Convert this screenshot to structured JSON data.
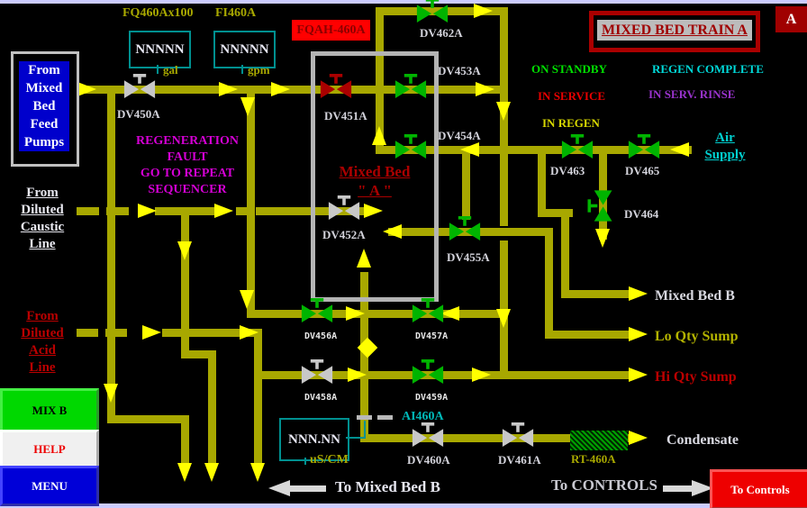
{
  "header": {
    "title": "MIXED BED TRAIN A",
    "corner_badge": "A",
    "alarm_tag": "FQAH-460A"
  },
  "statuses": [
    {
      "label": "ON STANDBY",
      "color": "#00e000"
    },
    {
      "label": "REGEN COMPLETE",
      "color": "#00d8d8"
    },
    {
      "label": "IN SERVICE",
      "color": "#e80000"
    },
    {
      "label": "IN SERV. RINSE",
      "color": "#9933cc"
    },
    {
      "label": "IN REGEN",
      "color": "#d8d800"
    }
  ],
  "fault_banner": {
    "lines": [
      "REGENERATION",
      "FAULT",
      "GO TO REPEAT",
      "SEQUENCER"
    ],
    "color": "#d400d4"
  },
  "sources": {
    "feed_pumps": {
      "lines": [
        "From",
        "Mixed",
        "Bed",
        "Feed",
        "Pumps"
      ],
      "color": "#ffffff"
    },
    "caustic": {
      "lines": [
        "From",
        "Diluted",
        "Caustic",
        "Line"
      ],
      "color": "#e8e8f0"
    },
    "acid": {
      "lines": [
        "From",
        "Diluted",
        "Acid",
        "Line"
      ],
      "color": "#bb0000"
    },
    "air": {
      "lines": [
        "Air",
        "Supply"
      ],
      "color": "#00d0d0"
    }
  },
  "destinations": {
    "mixed_bed_b": {
      "label": "Mixed Bed B",
      "color": "#d8d8e0"
    },
    "lo_qty_sump": {
      "label": "Lo Qty Sump",
      "color": "#b4b400"
    },
    "hi_qty_sump": {
      "label": "Hi Qty Sump",
      "color": "#bb0000"
    },
    "condensate": {
      "label": "Condensate",
      "color": "#d8d8e0"
    }
  },
  "instruments": {
    "fq": {
      "tag": "FQ460Ax100",
      "value": "NNNNN",
      "units": "gal"
    },
    "fi": {
      "tag": "FI460A",
      "value": "NNNNN",
      "units": "gpm"
    },
    "ai": {
      "tag": "AI460A",
      "value": "NNN.NN",
      "units": "uS/CM"
    },
    "rt": {
      "tag": "RT-460A"
    }
  },
  "vessel": {
    "lines": [
      "Mixed Bed",
      "\" A \""
    ]
  },
  "valves": {
    "dv450a": {
      "label": "DV450A",
      "color": "#c8c8c8"
    },
    "dv451a": {
      "label": "DV451A",
      "color": "#aa0000"
    },
    "dv452a": {
      "label": "DV452A",
      "color": "#c8c8c8"
    },
    "dv453a": {
      "label": "DV453A",
      "color": "#00b400"
    },
    "dv454a": {
      "label": "DV454A",
      "color": "#00b400"
    },
    "dv455a": {
      "label": "DV455A",
      "color": "#00b400"
    },
    "dv456a": {
      "label": "DV456A",
      "color": "#00b400"
    },
    "dv457a": {
      "label": "DV457A",
      "color": "#00b400"
    },
    "dv458a": {
      "label": "DV458A",
      "color": "#c8c8c8"
    },
    "dv459a": {
      "label": "DV459A",
      "color": "#00b400"
    },
    "dv460a": {
      "label": "DV460A",
      "color": "#c8c8c8"
    },
    "dv461a": {
      "label": "DV461A",
      "color": "#c8c8c8"
    },
    "dv462a": {
      "label": "DV462A",
      "color": "#00b400"
    },
    "dv463": {
      "label": "DV463",
      "color": "#00b400"
    },
    "dv464": {
      "label": "DV464",
      "color": "#00b400"
    },
    "dv465": {
      "label": "DV465",
      "color": "#00b400"
    }
  },
  "buttons": {
    "mix_b": "MIX B",
    "help": "HELP",
    "menu": "MENU",
    "to_controls": "To Controls"
  },
  "footer": {
    "to_mixed_bed_b": "To Mixed Bed B",
    "to_controls": "To CONTROLS"
  },
  "colors": {
    "pipe": "#a8a800",
    "flow_arrow": "#ffff00",
    "valve_green": "#00b400",
    "valve_gray": "#c8c8c8",
    "valve_red": "#aa0000",
    "screen_border": "#ccccff",
    "title_red": "#a00000"
  }
}
